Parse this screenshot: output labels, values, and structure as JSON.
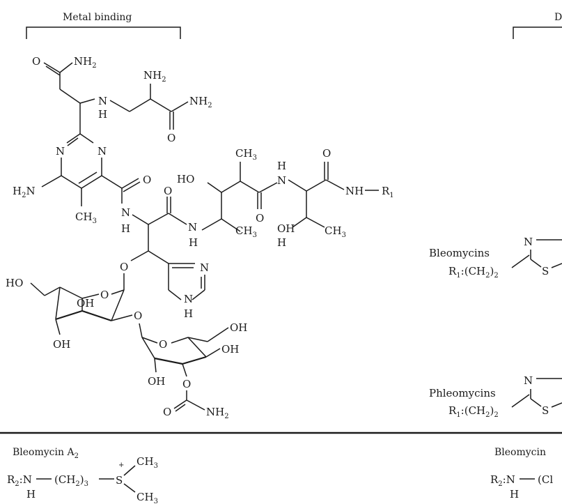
{
  "headers": {
    "metal_binding": "Metal binding",
    "right_cut": "D"
  },
  "atoms": {
    "o_top": "O",
    "nh2_top": "NH",
    "nh2_top_sub": "2",
    "nh2_mid": "NH",
    "nh2_mid_sub": "2",
    "nh_amine": "N",
    "nh_amine_h": "H",
    "nh2_right": "NH",
    "nh2_right_sub": "2",
    "o_right": "O",
    "n_pyr_left": "N",
    "n_pyr_right": "N",
    "h2n_left": "H",
    "h2n_left_sub": "2",
    "h2n_left_n": "N",
    "ch3_pyr": "CH",
    "ch3_pyr_sub": "3",
    "o_amide1": "O",
    "n_amide1": "N",
    "n_amide1_h": "H",
    "o_amide2": "O",
    "n_amide2": "N",
    "n_amide2_h": "H",
    "ho_val": "HO",
    "ch3_val_top": "CH",
    "ch3_val_top_sub": "3",
    "ch3_val_low": "CH",
    "ch3_val_low_sub": "3",
    "o_val": "O",
    "nh_thr_h": "H",
    "nh_thr_n": "N",
    "o_thr": "O",
    "nh_r1": "NH",
    "r1": "R",
    "r1_sub": "1",
    "oh_thr": "OH",
    "h_thr": "H",
    "ch3_thr": "CH",
    "ch3_thr_sub": "3",
    "o_link": "O",
    "n_imid_top": "N",
    "n_imid_bottom": "N",
    "n_imid_h": "H",
    "ho_sugar1": "HO",
    "o_ring1": "O",
    "oh_sugar1_a": "OH",
    "oh_sugar1_b": "OH",
    "o_glyco": "O",
    "o_ring2": "O",
    "oh_sugar2_a": "OH",
    "oh_sugar2_b": "OH",
    "oh_sugar2_c": "OH",
    "o_carb": "O",
    "o_carb_dbl": "O",
    "nh2_carb": "NH",
    "nh2_carb_sub": "2"
  },
  "labels": {
    "bleomycins": "Bleomycins",
    "phleomycins": "Phleomycins",
    "r1_chain": "R",
    "r1_chain_sub": "1",
    "r1_chain_rest": ":(CH",
    "r1_chain_sub2": "2",
    "r1_chain_close": ")",
    "r1_chain_sub3": "2",
    "thz_n": "N",
    "thz_s": "S",
    "bleo_a2": "Bleomycin A",
    "bleo_a2_sub": "2",
    "bleo_right": "Bleomycin",
    "r2_left": "R",
    "r2_left_sub": "2",
    "r2_left_n": ":N",
    "r2_left_h": "H",
    "r2_chain": "(CH",
    "r2_chain_sub": "2",
    "r2_chain_close": ")",
    "r2_chain_sub2": "3",
    "s_plus": "+",
    "s_atom": "S",
    "ch3_s_top": "CH",
    "ch3_s_top_sub": "3",
    "ch3_s_bottom": "CH",
    "ch3_s_bottom_sub": "3",
    "r2_right": "R",
    "r2_right_sub": "2",
    "r2_right_n": ":N",
    "r2_right_h": "H",
    "r2_right_chain": "(Cl"
  }
}
